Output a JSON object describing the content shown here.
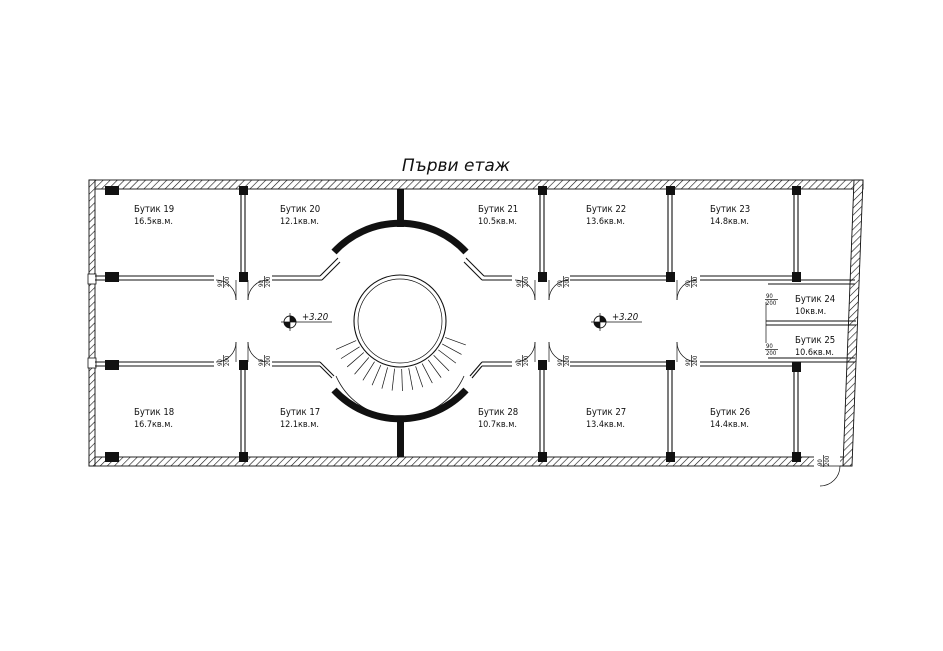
{
  "title": "Първи етаж",
  "level_marks": [
    "+3.20",
    "+3.20"
  ],
  "rooms": [
    {
      "name": "Бутик 19",
      "area": "16.5кв.м."
    },
    {
      "name": "Бутик 20",
      "area": "12.1кв.м."
    },
    {
      "name": "Бутик 21",
      "area": "10.5кв.м."
    },
    {
      "name": "Бутик 22",
      "area": "13.6кв.м."
    },
    {
      "name": "Бутик 23",
      "area": "14.8кв.м."
    },
    {
      "name": "Бутик 24",
      "area": "10кв.м."
    },
    {
      "name": "Бутик 25",
      "area": "10.6кв.м."
    },
    {
      "name": "Бутик 18",
      "area": "16.7кв.м."
    },
    {
      "name": "Бутик 17",
      "area": "12.1кв.м."
    },
    {
      "name": "Бутик 28",
      "area": "10.7кв.м."
    },
    {
      "name": "Бутик 27",
      "area": "13.4кв.м."
    },
    {
      "name": "Бутик 26",
      "area": "14.4кв.м."
    }
  ],
  "door_tag": {
    "width": "90",
    "height": "200"
  }
}
